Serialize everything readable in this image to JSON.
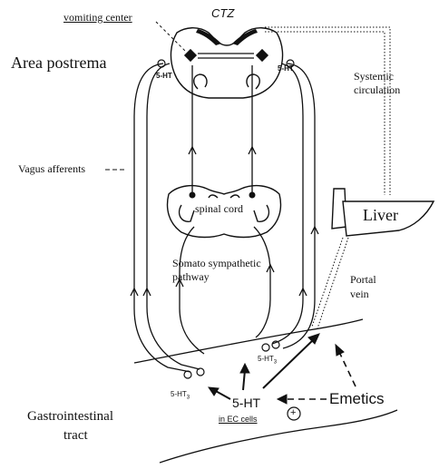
{
  "labels": {
    "vomiting_center": "vomiting center",
    "ctz": "CTZ",
    "area_postrema": "Area postrema",
    "ht_left": "5-HT",
    "ht_right": "5-HT",
    "systemic_circulation_1": "Systemic",
    "systemic_circulation_2": "circulation",
    "vagus_afferents": "Vagus afferents",
    "spinal_cord": "spinal cord",
    "liver": "Liver",
    "somato_1": "Somato sympathetic",
    "somato_2": "pathway",
    "portal_1": "Portal",
    "portal_2": "vein",
    "ht3_left": "5-HT",
    "ht3_right": "5-HT",
    "ht3_sub": "3",
    "ht_center": "5-HT",
    "ec_cells": "in EC cells",
    "plus": "+",
    "emetics": "Emetics",
    "gi_1": "Gastrointestinal",
    "gi_2": "tract"
  },
  "colors": {
    "ink": "#111111",
    "background": "#ffffff"
  }
}
